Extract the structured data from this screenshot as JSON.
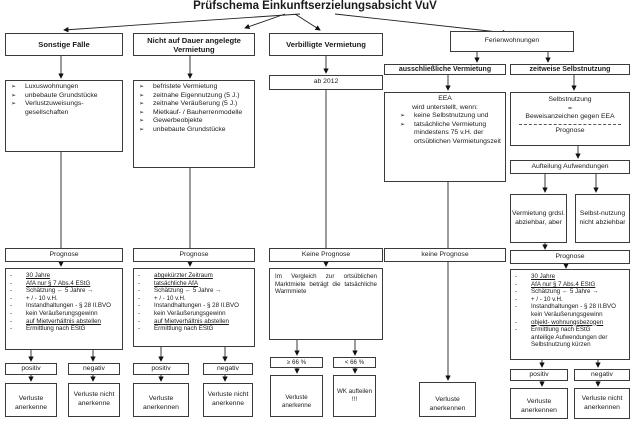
{
  "title": "Prüfschema Einkunftserzielungsabsicht VuV",
  "col1": {
    "header": "Sonstige Fälle",
    "items": [
      "Luxuswohnungen",
      "unbebaute Grundstücke",
      "Verlustzuweisungs-gesellschaften"
    ],
    "prognose": "Prognose",
    "details": [
      {
        "text": "30 Jahre",
        "underline": true,
        "dash": true
      },
      {
        "text": "AfA nur § 7 Abs.4 EStG",
        "underline": true,
        "dash": true
      },
      {
        "text": "Schätzung ← 5 Jahre →",
        "underline": false,
        "dash": true
      },
      {
        "text": "+ / - 10 v.H.",
        "underline": false,
        "dash": true
      },
      {
        "text": "Instandhaltungen - § 28 II.BVO",
        "underline": false,
        "dash": true
      },
      {
        "text": "kein Veräußerungsgewinn",
        "underline": false,
        "dash": true
      },
      {
        "text": "auf Mietverhältnis abstellen",
        "underline": true,
        "dash": true
      },
      {
        "text": "Ermittlung nach EStG",
        "underline": false,
        "dash": true
      }
    ],
    "positive": "positiv",
    "negative": "negativ",
    "positive_result": "Verluste anerkenne",
    "negative_result": "Verluste nicht anerkenne"
  },
  "col2": {
    "header": "Nicht auf Dauer angelegte Vermietung",
    "items": [
      "befristete Vermietung",
      "zeitnahe Eigennutzung (5 J.)",
      "zeitnahe Veräußerung (5 J.)",
      "Mietkauf- / Bauherrenmodelle",
      "Gewerbeobjekte",
      "unbebaute Grundstücke"
    ],
    "prognose": "Prognose",
    "details": [
      {
        "text": "abgekürzter Zeitraum",
        "underline": true,
        "dash": true
      },
      {
        "text": "tatsächliche AfA",
        "underline": true,
        "dash": true
      },
      {
        "text": "Schätzung ← 5 Jahre →",
        "underline": false,
        "dash": true
      },
      {
        "text": "+ / - 10 v.H.",
        "underline": false,
        "dash": true
      },
      {
        "text": "Instandhaltungen - § 28 II.BVO",
        "underline": false,
        "dash": true
      },
      {
        "text": "kein Veräußerungsgewinn",
        "underline": false,
        "dash": true
      },
      {
        "text": "auf Mietverhältnis abstellen",
        "underline": true,
        "dash": true
      },
      {
        "text": "Ermittlung nach EStG",
        "underline": false,
        "dash": true
      }
    ],
    "positive": "positiv",
    "negative": "negativ",
    "positive_result": "Verluste anerkennen",
    "negative_result": "Verluste nicht anerkenne"
  },
  "col3": {
    "header": "Verbilligte Vermietung",
    "since": "ab 2012",
    "prognose": "Keine Prognose",
    "comparison": "Im Vergleich zur ortsüblichen Marktmiete beträgt die tatsächliche Warmmiete",
    "ge": "≥ 66 %",
    "lt": "< 66 %",
    "ge_result": "Verluste anerkenne",
    "lt_result": "WK aufteilen !!!"
  },
  "col4": {
    "header": "Ferienwohnungen",
    "exclusive": {
      "header": "ausschließliche Vermietung",
      "eea_title": "EEA",
      "eea_sub": "wird unterstellt, wenn:",
      "items": [
        "keine Selbstnutzung und",
        "tatsächliche Vermietung mindestens 75 v.H. der ortsüblichen Vermietungszeit"
      ],
      "prognose": "keine Prognose",
      "result": "Verluste anerkennen"
    },
    "partial": {
      "header": "zeitweise Selbstnutzung",
      "selbst_line1": "Selbstnutzung",
      "selbst_line2": "=",
      "selbst_line3": "Beweisanzeichen gegen EEA",
      "selbst_prognose": "Prognose",
      "aufteilung": "Aufteilung Aufwendungen",
      "vermietung": "Vermietung grdsl. abziehbar, aber",
      "selbstnutzung": "Selbst-nutzung nicht abziehbar",
      "prognose": "Prognose",
      "details": [
        {
          "text": "30 Jahre",
          "underline": true,
          "dash": true
        },
        {
          "text": "AfA nur § 7 Abs.4 EStG",
          "underline": true,
          "dash": true
        },
        {
          "text": "Schätzung ← 5 Jahre →",
          "underline": false,
          "dash": true
        },
        {
          "text": "+ / - 10 v.H.",
          "underline": false,
          "dash": true
        },
        {
          "text": "Instandhaltungen - § 28 II.BVO",
          "underline": false,
          "dash": true
        },
        {
          "text": "kein Veräußerungsgewinn",
          "underline": false,
          "dash": false
        },
        {
          "text": "objekt- wohnungsbezogen",
          "underline": true,
          "dash": true
        },
        {
          "text": "Ermittlung nach EStG",
          "underline": false,
          "dash": true
        },
        {
          "text": "anteilige Aufwendungen der Selbstnutzung kürzen",
          "underline": false,
          "dash": false
        }
      ],
      "positive": "positiv",
      "negative": "negativ",
      "positive_result": "Verluste anerkennen",
      "negative_result": "Verluste nicht anerkennen"
    }
  }
}
